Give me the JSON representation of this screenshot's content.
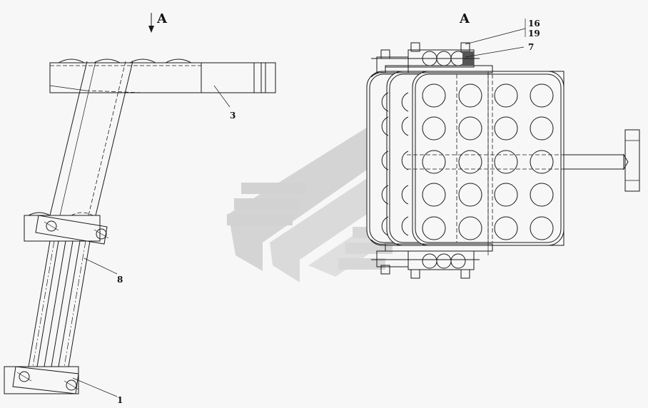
{
  "views": {
    "left_arrow": "A",
    "right_title": "A"
  },
  "callouts": {
    "c1": "1",
    "c3": "3",
    "c7": "7",
    "c8": "8",
    "c16": "16",
    "c19": "19"
  },
  "colors": {
    "line": "#1a1a1a",
    "background": "#f7f7f7",
    "watermark": "#c8c8c8"
  }
}
